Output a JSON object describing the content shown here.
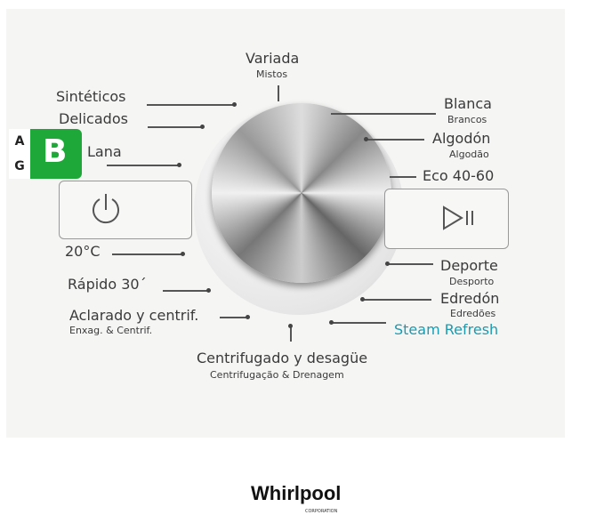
{
  "programs_left": [
    {
      "label": "Sintéticos"
    },
    {
      "label": "Delicados"
    },
    {
      "label": "Lana"
    },
    {
      "label": "20°C"
    },
    {
      "label": "Rápido 30´"
    },
    {
      "label": "Aclarado y centrif.",
      "sub": "Enxag. & Centrif."
    }
  ],
  "programs_top": {
    "label": "Variada",
    "sub": "Mistos"
  },
  "programs_right": [
    {
      "label": "Blanca",
      "sub": "Brancos"
    },
    {
      "label": "Algodón",
      "sub": "Algodão"
    },
    {
      "label": "Eco 40-60"
    },
    {
      "label": "Deporte",
      "sub": "Desporto"
    },
    {
      "label": "Edredón",
      "sub": "Edredões"
    },
    {
      "label": "Steam Refresh"
    }
  ],
  "programs_bottom": {
    "label": "Centrifugado y desagüe",
    "sub": "Centrifugação & Drenagem"
  },
  "energy_badge": {
    "grade": "B",
    "scale_top": "A",
    "scale_bottom": "G",
    "color": "#1fa83a"
  },
  "steam_color": "#1a9bb0",
  "brand": {
    "name": "Whirlpool",
    "sub": "CORPORATION"
  }
}
